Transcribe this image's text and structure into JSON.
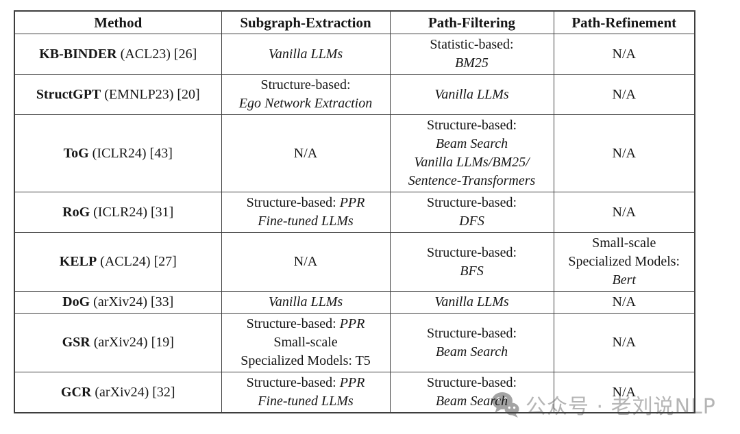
{
  "colors": {
    "background": "#ffffff",
    "text": "#161616",
    "border": "#3d3d3d",
    "watermark": "#b5b5b5",
    "watermark_icon": "#a3a3a3"
  },
  "watermark": {
    "icon": "wechat-icon",
    "text": "公众号 · 老刘说NLP"
  },
  "table": {
    "columns": [
      "Method",
      "Subgraph-Extraction",
      "Path-Filtering",
      "Path-Refinement"
    ],
    "cell_keys": [
      "method",
      "subgraph_extraction",
      "path_filtering",
      "path_refinement"
    ],
    "na_label": "N/A",
    "rows": [
      {
        "method": [
          [
            {
              "t": "KB-BINDER",
              "s": "b"
            },
            {
              "t": " (ACL23) [26]",
              "s": "n"
            }
          ]
        ],
        "subgraph_extraction": [
          [
            {
              "t": "Vanilla LLMs",
              "s": "i"
            }
          ]
        ],
        "path_filtering": [
          [
            {
              "t": "Statistic-based:",
              "s": "n"
            }
          ],
          [
            {
              "t": "BM25",
              "s": "i"
            }
          ]
        ],
        "path_refinement": [
          [
            {
              "t": "N/A",
              "s": "n"
            }
          ]
        ]
      },
      {
        "method": [
          [
            {
              "t": "StructGPT",
              "s": "b"
            },
            {
              "t": " (EMNLP23) [20]",
              "s": "n"
            }
          ]
        ],
        "subgraph_extraction": [
          [
            {
              "t": "Structure-based:",
              "s": "n"
            }
          ],
          [
            {
              "t": "Ego Network Extraction",
              "s": "i"
            }
          ]
        ],
        "path_filtering": [
          [
            {
              "t": "Vanilla LLMs",
              "s": "i"
            }
          ]
        ],
        "path_refinement": [
          [
            {
              "t": "N/A",
              "s": "n"
            }
          ]
        ]
      },
      {
        "method": [
          [
            {
              "t": "ToG",
              "s": "b"
            },
            {
              "t": " (ICLR24) [43]",
              "s": "n"
            }
          ]
        ],
        "subgraph_extraction": [
          [
            {
              "t": "N/A",
              "s": "n"
            }
          ]
        ],
        "path_filtering": [
          [
            {
              "t": "Structure-based:",
              "s": "n"
            }
          ],
          [
            {
              "t": "Beam Search",
              "s": "i"
            }
          ],
          [
            {
              "t": "Vanilla LLMs/BM25/",
              "s": "i"
            }
          ],
          [
            {
              "t": "Sentence-Transformers",
              "s": "i"
            }
          ]
        ],
        "path_refinement": [
          [
            {
              "t": "N/A",
              "s": "n"
            }
          ]
        ]
      },
      {
        "method": [
          [
            {
              "t": "RoG",
              "s": "b"
            },
            {
              "t": " (ICLR24) [31]",
              "s": "n"
            }
          ]
        ],
        "subgraph_extraction": [
          [
            {
              "t": "Structure-based: ",
              "s": "n"
            },
            {
              "t": "PPR",
              "s": "i"
            }
          ],
          [
            {
              "t": "Fine-tuned LLMs",
              "s": "i"
            }
          ]
        ],
        "path_filtering": [
          [
            {
              "t": "Structure-based:",
              "s": "n"
            }
          ],
          [
            {
              "t": "DFS",
              "s": "i"
            }
          ]
        ],
        "path_refinement": [
          [
            {
              "t": "N/A",
              "s": "n"
            }
          ]
        ]
      },
      {
        "method": [
          [
            {
              "t": "KELP",
              "s": "b"
            },
            {
              "t": " (ACL24) [27]",
              "s": "n"
            }
          ]
        ],
        "subgraph_extraction": [
          [
            {
              "t": "N/A",
              "s": "n"
            }
          ]
        ],
        "path_filtering": [
          [
            {
              "t": "Structure-based:",
              "s": "n"
            }
          ],
          [
            {
              "t": "BFS",
              "s": "i"
            }
          ]
        ],
        "path_refinement": [
          [
            {
              "t": "Small-scale",
              "s": "n"
            }
          ],
          [
            {
              "t": "Specialized Models:",
              "s": "n"
            }
          ],
          [
            {
              "t": "Bert",
              "s": "i"
            }
          ]
        ]
      },
      {
        "method": [
          [
            {
              "t": "DoG",
              "s": "b"
            },
            {
              "t": " (arXiv24) [33]",
              "s": "n"
            }
          ]
        ],
        "subgraph_extraction": [
          [
            {
              "t": "Vanilla LLMs",
              "s": "i"
            }
          ]
        ],
        "path_filtering": [
          [
            {
              "t": "Vanilla LLMs",
              "s": "i"
            }
          ]
        ],
        "path_refinement": [
          [
            {
              "t": "N/A",
              "s": "n"
            }
          ]
        ]
      },
      {
        "method": [
          [
            {
              "t": "GSR",
              "s": "b"
            },
            {
              "t": " (arXiv24) [19]",
              "s": "n"
            }
          ]
        ],
        "subgraph_extraction": [
          [
            {
              "t": "Structure-based: ",
              "s": "n"
            },
            {
              "t": "PPR",
              "s": "i"
            }
          ],
          [
            {
              "t": "Small-scale",
              "s": "n"
            }
          ],
          [
            {
              "t": "Specialized Models: T5",
              "s": "n"
            }
          ]
        ],
        "path_filtering": [
          [
            {
              "t": "Structure-based:",
              "s": "n"
            }
          ],
          [
            {
              "t": "Beam Search",
              "s": "i"
            }
          ]
        ],
        "path_refinement": [
          [
            {
              "t": "N/A",
              "s": "n"
            }
          ]
        ]
      },
      {
        "method": [
          [
            {
              "t": "GCR",
              "s": "b"
            },
            {
              "t": " (arXiv24) [32]",
              "s": "n"
            }
          ]
        ],
        "subgraph_extraction": [
          [
            {
              "t": "Structure-based: ",
              "s": "n"
            },
            {
              "t": "PPR",
              "s": "i"
            }
          ],
          [
            {
              "t": "Fine-tuned LLMs",
              "s": "i"
            }
          ]
        ],
        "path_filtering": [
          [
            {
              "t": "Structure-based:",
              "s": "n"
            }
          ],
          [
            {
              "t": "Beam Search",
              "s": "i"
            }
          ]
        ],
        "path_refinement": [
          [
            {
              "t": "N/A",
              "s": "n"
            }
          ]
        ]
      }
    ]
  }
}
